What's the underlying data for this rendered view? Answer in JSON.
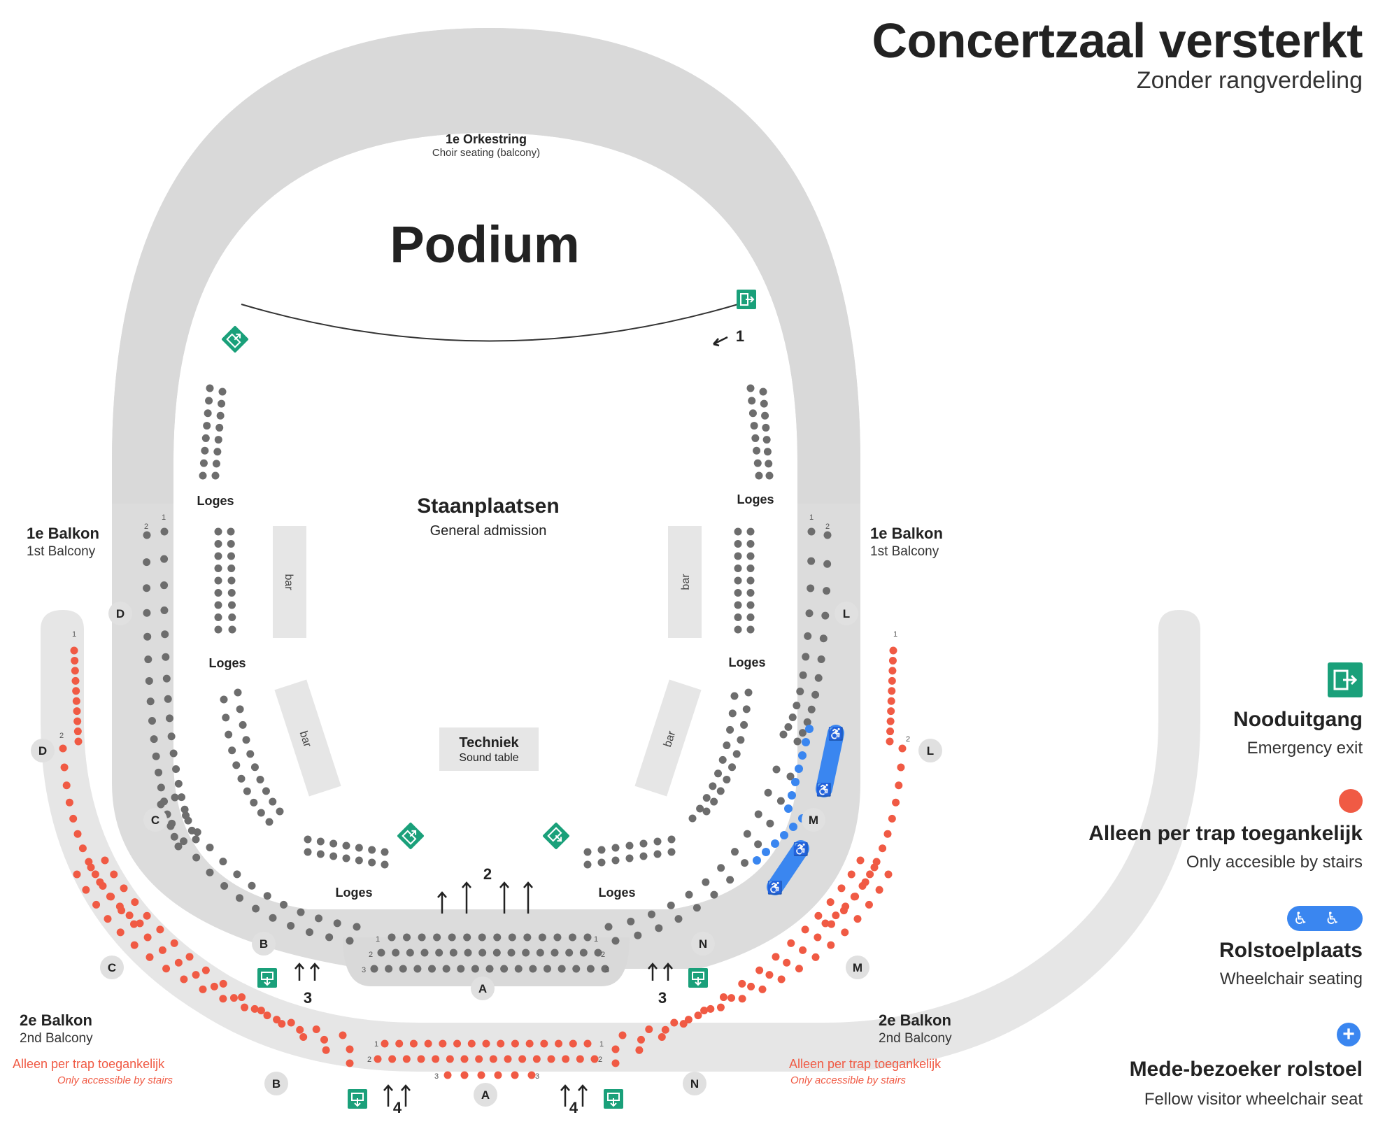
{
  "header": {
    "title": "Concertzaal versterkt",
    "subtitle": "Zonder rangverdeling"
  },
  "hall": {
    "orchestra_ring": {
      "label": "1e Orkestring",
      "sublabel": "Choir seating (balcony)"
    },
    "podium": "Podium",
    "standing": {
      "label": "Staanplaatsen",
      "sublabel": "General admission"
    },
    "techniek": {
      "label": "Techniek",
      "sublabel": "Sound table"
    },
    "bar_label": "bar",
    "loges_label": "Loges",
    "balcony1": {
      "label": "1e Balkon",
      "sublabel": "1st Balcony"
    },
    "balcony2": {
      "label": "2e Balkon",
      "sublabel": "2nd Balcony",
      "note": "Alleen per trap toegankelijk",
      "note_en": "Only accessible by stairs"
    },
    "section_letters": {
      "A": "A",
      "B": "B",
      "C": "C",
      "D": "D",
      "L": "L",
      "M": "M",
      "N": "N"
    },
    "row_numbers": {
      "r1": "1",
      "r2": "2",
      "r3": "3"
    },
    "entrances": {
      "e1": "1",
      "e2": "2",
      "e3": "3",
      "e4": "4"
    }
  },
  "legend": {
    "exit": {
      "title": "Nooduitgang",
      "sub": "Emergency exit"
    },
    "stairs": {
      "title": "Alleen per trap toegankelijk",
      "sub": "Only accesible by stairs"
    },
    "wheelchair": {
      "title": "Rolstoelplaats",
      "sub": "Wheelchair seating"
    },
    "companion": {
      "title": "Mede-bezoeker rolstoel",
      "sub": "Fellow visitor wheelchair seat"
    }
  },
  "colors": {
    "seat": "#6d6d6d",
    "seat_stairs_only": "#f05a44",
    "wheelchair": "#3a86f0",
    "exit": "#1aa07a",
    "floor_light": "#e6e6e6",
    "ring": "#d9d9d9"
  },
  "icons": {
    "exit": "exit-door-icon",
    "wheelchair": "wheelchair-icon",
    "companion": "plus-circle-icon",
    "arrow": "arrow-up-icon"
  }
}
